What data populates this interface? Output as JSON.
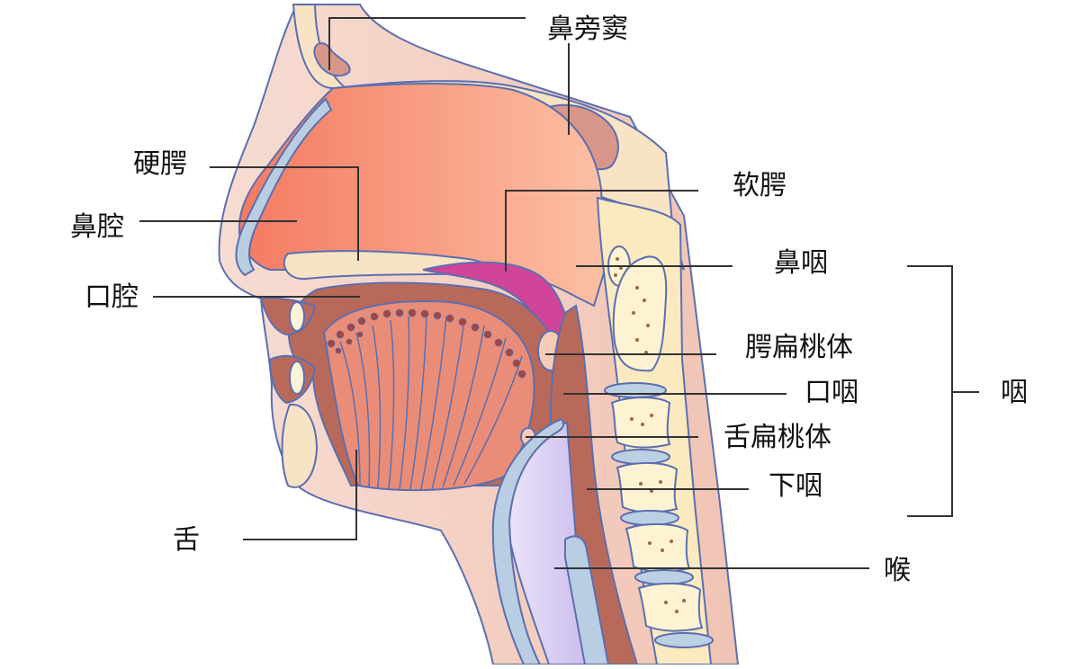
{
  "labels": {
    "paranasal_sinus": "鼻旁窦",
    "hard_palate": "硬腭",
    "nasal_cavity": "鼻腔",
    "oral_cavity": "口腔",
    "soft_palate": "软腭",
    "nasopharynx": "鼻咽",
    "palatine_tonsil": "腭扁桃体",
    "oropharynx": "口咽",
    "lingual_tonsil": "舌扁桃体",
    "hypopharynx": "下咽",
    "tongue": "舌",
    "larynx": "喉",
    "pharynx": "咽"
  },
  "colors": {
    "outline": "#5b6fb0",
    "skin": "#f7dcd2",
    "bone": "#f8e3c4",
    "cavity_light": "#fcb79a",
    "cavity_dark": "#f47a61",
    "soft_palate": "#d0459a",
    "tissue": "#b9695a",
    "tongue": "#e98d78",
    "vertebra": "#fbe9c0",
    "disc": "#bcd0e4",
    "larynx": "#d8ccf0",
    "leader_line": "#333333"
  }
}
